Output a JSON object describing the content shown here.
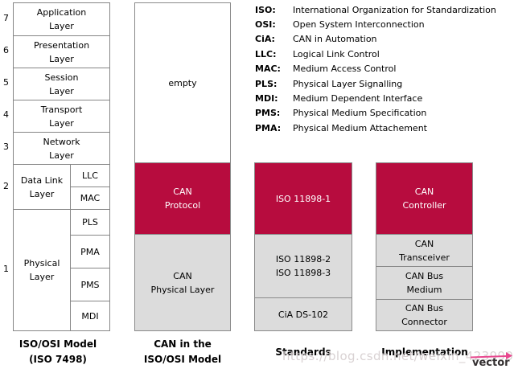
{
  "colors": {
    "accent_red": "#b70c3e",
    "block_gray": "#dcdcdc",
    "border_gray": "#8a8a8a",
    "watermark_gray": "#d9d2d3",
    "logo_pink": "#e8488f",
    "logo_text_dark": "#332f30"
  },
  "osi": {
    "caption": "ISO/OSI Model\n(ISO 7498)",
    "layers": [
      {
        "num": "7",
        "name": "Application\nLayer"
      },
      {
        "num": "6",
        "name": "Presentation\nLayer"
      },
      {
        "num": "5",
        "name": "Session\nLayer"
      },
      {
        "num": "4",
        "name": "Transport\nLayer"
      },
      {
        "num": "3",
        "name": "Network\nLayer"
      },
      {
        "num": "2",
        "name": "Data Link\nLayer",
        "subs": [
          "LLC",
          "MAC"
        ]
      },
      {
        "num": "1",
        "name": "Physical\nLayer",
        "subs": [
          "PLS",
          "PMA",
          "PMS",
          "MDI"
        ]
      }
    ]
  },
  "can_column": {
    "caption": "CAN in the\nISO/OSI Model",
    "empty": "empty",
    "protocol": "CAN\nProtocol",
    "physical": "CAN\nPhysical Layer"
  },
  "standards": {
    "caption": "Standards",
    "iso_11898_1": "ISO 11898-1",
    "iso_11898_2_3": "ISO 11898-2\nISO 11898-3",
    "cia_ds_102": "CiA DS-102"
  },
  "implementation": {
    "caption": "Implementation",
    "controller": "CAN\nController",
    "transceiver": "CAN\nTransceiver",
    "bus_medium": "CAN Bus\nMedium",
    "bus_connector": "CAN Bus\nConnector"
  },
  "legend": {
    "entries": [
      {
        "abbr": "ISO:",
        "text": "International Organization for Standardization"
      },
      {
        "abbr": "OSI:",
        "text": "Open System Interconnection"
      },
      {
        "abbr": "CiA:",
        "text": "CAN in Automation"
      },
      {
        "abbr": "LLC:",
        "text": "Logical Link Control"
      },
      {
        "abbr": "MAC:",
        "text": "Medium Access Control"
      },
      {
        "abbr": "PLS:",
        "text": "Physical Layer Signalling"
      },
      {
        "abbr": "MDI:",
        "text": "Medium Dependent Interface"
      },
      {
        "abbr": "PMS:",
        "text": "Physical Medium Specification"
      },
      {
        "abbr": "PMA:",
        "text": "Physical Medium Attachement"
      }
    ]
  },
  "watermark": "https://blog.csdn.net/weixin_42399934",
  "logo": {
    "text": "vector"
  }
}
